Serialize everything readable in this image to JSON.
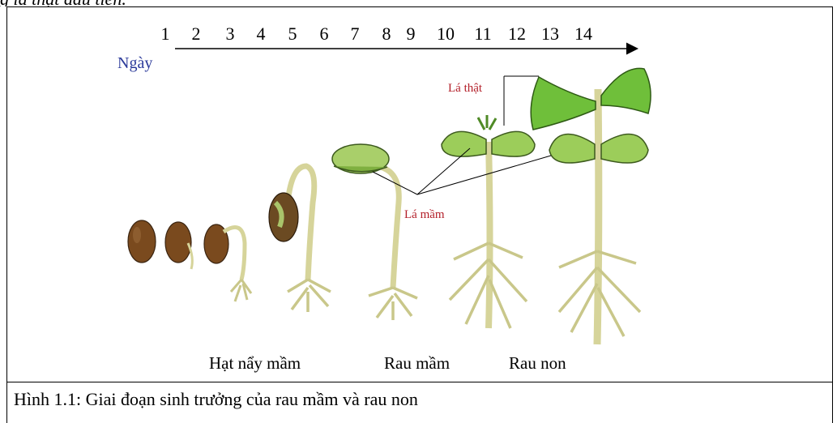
{
  "top_text": "g lá thật đầu tiên.",
  "day_label": "Ngày",
  "days": [
    "1",
    "2",
    "3",
    "4",
    "5",
    "6",
    "7",
    "8",
    "9",
    "10",
    "11",
    "12",
    "13",
    "14"
  ],
  "labels": {
    "true_leaf": "Lá thật",
    "cotyledon": "Lá mầm"
  },
  "stages": {
    "germination": "Hạt nẩy mầm",
    "sprout": "Rau mầm",
    "young": "Rau non"
  },
  "caption": "Hình 1.1: Giai đoạn sinh trưởng của rau mầm và rau non",
  "colors": {
    "seed": "#7a4a1e",
    "stem": "#d6d49a",
    "leaf": "#8fc84a",
    "true_leaf": "#6fbf3a",
    "label_red": "#b3202a",
    "day_blue": "#2b3a9a"
  }
}
